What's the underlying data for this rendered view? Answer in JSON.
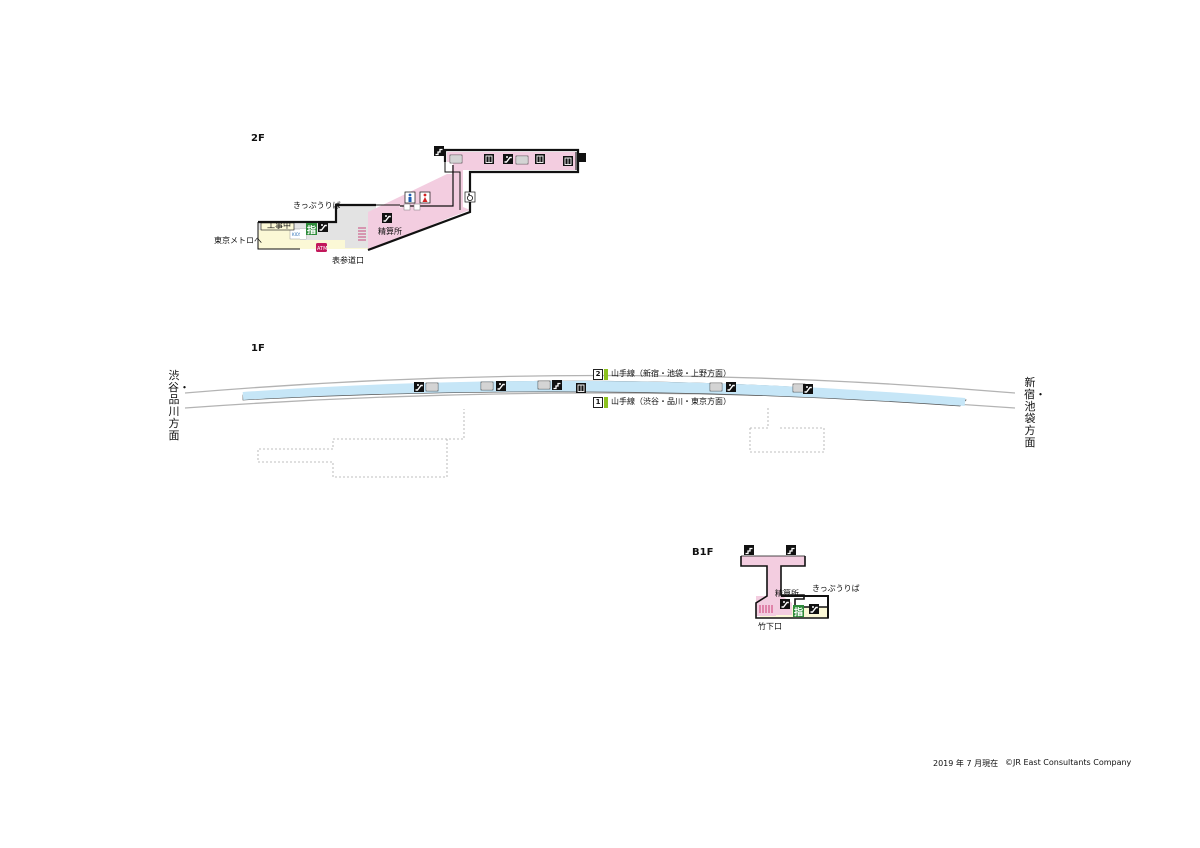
{
  "floors": {
    "f2": {
      "label": "2F",
      "tickets": "きっぷうりば",
      "construction": "工事中",
      "metro": "東京メトロへ",
      "fare": "精算所",
      "exit": "表参道口",
      "kiosk": "KIOSK",
      "atm": "ATM",
      "info": "指"
    },
    "f1": {
      "label": "1F",
      "left_dir": "渋谷・品川方面",
      "right_dir": "新宿・池袋方面",
      "platforms": [
        {
          "num": "2",
          "text": "山手線（新宿・池袋・上野方面）"
        },
        {
          "num": "1",
          "text": "山手線（渋谷・品川・東京方面）"
        }
      ]
    },
    "b1": {
      "label": "B1F",
      "tickets": "きっぷうりば",
      "fare": "精算所",
      "exit": "竹下口",
      "info": "指"
    }
  },
  "footer": {
    "date": "2019 年 7 月現在",
    "copyright": "©JR East Consultants Company"
  },
  "colors": {
    "paid_area": "#f3cde0",
    "platform": "#c6e6f7",
    "unpaid_area": "#fbf8d6",
    "concourse": "#e3e3e3",
    "line_green": "#8dc21f",
    "wall": "#111111"
  },
  "icons": [
    "stairs-icon",
    "escalator-icon",
    "elevator-icon",
    "restroom-male-icon",
    "restroom-female-icon",
    "wheelchair-icon",
    "ticket-machine-icon",
    "atm-icon",
    "info-icon"
  ]
}
